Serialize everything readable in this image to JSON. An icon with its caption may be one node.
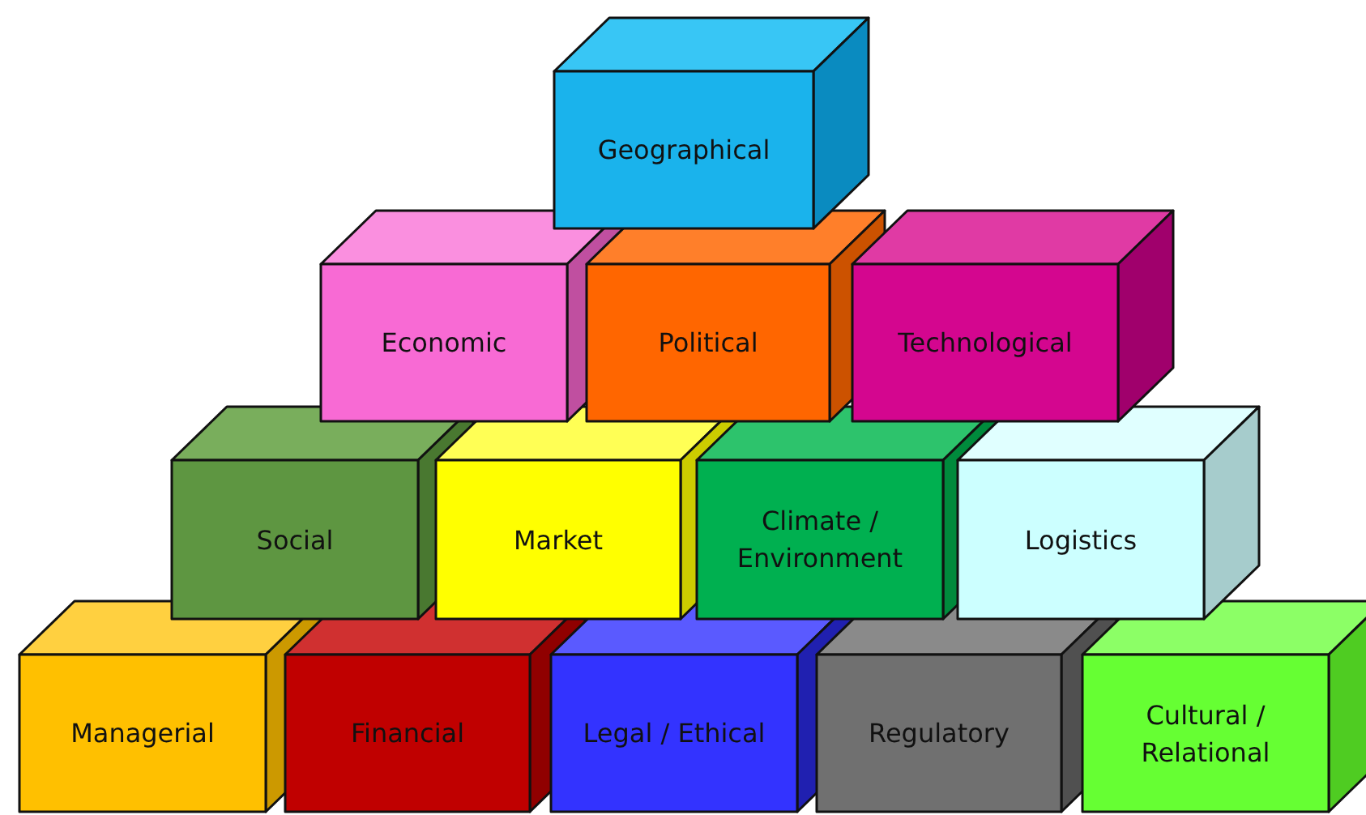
{
  "diagram": {
    "nodes": [
      {
        "text": [
          "Geographical"
        ]
      },
      {
        "text": [
          "Economic"
        ]
      },
      {
        "text": [
          "Political"
        ]
      },
      {
        "text": [
          "Technological"
        ]
      },
      {
        "text": [
          "Social"
        ]
      },
      {
        "text": [
          "Market"
        ]
      },
      {
        "text": [
          "Climate / Environment"
        ]
      },
      {
        "text": [
          "Logistics"
        ]
      },
      {
        "text": [
          "Managerial"
        ]
      },
      {
        "text": [
          "Financial"
        ]
      },
      {
        "text": [
          "Legal / Ethical"
        ]
      },
      {
        "text": [
          "Regulatory"
        ]
      },
      {
        "text": [
          "Cultural / Relational"
        ]
      }
    ]
  }
}
